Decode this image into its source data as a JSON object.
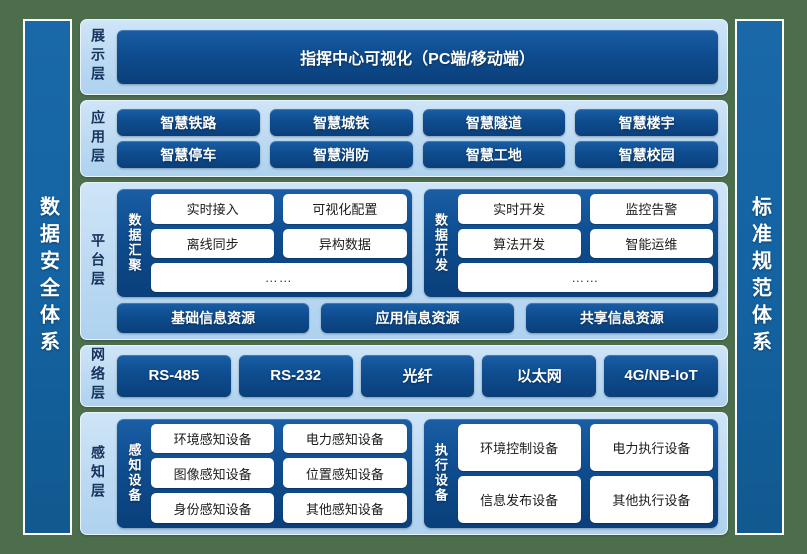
{
  "colors": {
    "page_background": "#4d6e4d",
    "pillar_blue": "#1464a4",
    "layer_light_blue": "#bcd9f2",
    "box_dark_blue": "#0f4e91",
    "chip_white": "#ffffff"
  },
  "left_pillar": {
    "label": "数据安全体系"
  },
  "right_pillar": {
    "label": "标准规范体系"
  },
  "layers": [
    {
      "id": "display",
      "title": "展示层",
      "banner": "指挥中心可视化（PC端/移动端）"
    },
    {
      "id": "application",
      "title": "应用层",
      "rows": [
        [
          "智慧铁路",
          "智慧城铁",
          "智慧隧道",
          "智慧楼宇"
        ],
        [
          "智慧停车",
          "智慧消防",
          "智慧工地",
          "智慧校园"
        ]
      ]
    },
    {
      "id": "platform",
      "title": "平台层",
      "groups": [
        {
          "label": "数据汇聚",
          "rows": [
            [
              "实时接入",
              "可视化配置"
            ],
            [
              "离线同步",
              "异构数据"
            ],
            [
              "……"
            ]
          ]
        },
        {
          "label": "数据开发",
          "rows": [
            [
              "实时开发",
              "监控告警"
            ],
            [
              "算法开发",
              "智能运维"
            ],
            [
              "……"
            ]
          ]
        }
      ],
      "resources": [
        "基础信息资源",
        "应用信息资源",
        "共享信息资源"
      ]
    },
    {
      "id": "network",
      "title": "网络层",
      "items": [
        "RS-485",
        "RS-232",
        "光纤",
        "以太网",
        "4G/NB-IoT"
      ]
    },
    {
      "id": "perception",
      "title": "感知层",
      "groups": [
        {
          "label": "感知设备",
          "rows": [
            [
              "环境感知设备",
              "电力感知设备"
            ],
            [
              "图像感知设备",
              "位置感知设备"
            ],
            [
              "身份感知设备",
              "其他感知设备"
            ]
          ]
        },
        {
          "label": "执行设备",
          "rows": [
            [
              "环境控制设备",
              "电力执行设备"
            ],
            [
              "信息发布设备",
              "其他执行设备"
            ]
          ]
        }
      ]
    }
  ]
}
